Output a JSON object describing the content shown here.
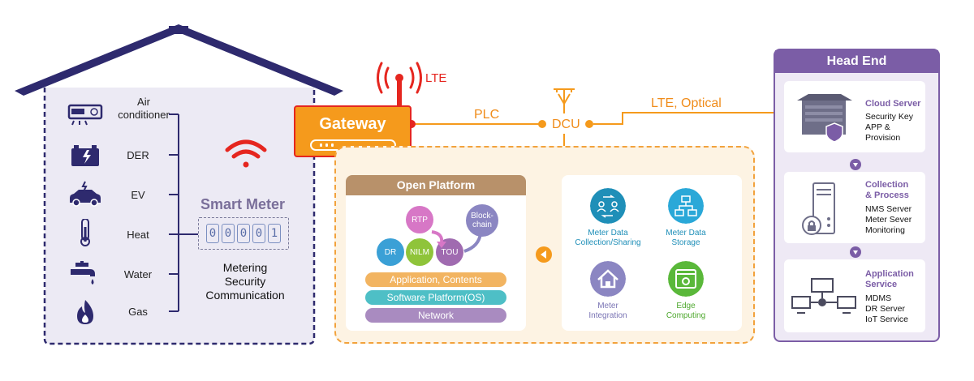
{
  "house": {
    "appliances": [
      {
        "icon": "air-conditioner-icon",
        "label": "Air\nconditioner"
      },
      {
        "icon": "battery-icon",
        "label": "DER"
      },
      {
        "icon": "electric-car-icon",
        "label": "EV"
      },
      {
        "icon": "thermometer-icon",
        "label": "Heat"
      },
      {
        "icon": "faucet-icon",
        "label": "Water"
      },
      {
        "icon": "flame-icon",
        "label": "Gas"
      }
    ],
    "smart_meter": {
      "title": "Smart Meter",
      "digits": [
        "0",
        "0",
        "0",
        "0",
        "1"
      ],
      "caption": "Metering\nSecurity\nCommunication"
    }
  },
  "gateway": {
    "title": "Gateway",
    "lte_label": "LTE"
  },
  "links": {
    "plc": "PLC",
    "dcu": "DCU",
    "lte_optical": "LTE, Optical"
  },
  "open_platform": {
    "title": "Open Platform",
    "bubbles": [
      "RTP",
      "Block-\nchain",
      "DR",
      "NILM",
      "TOU"
    ],
    "layers": [
      "Application, Contents",
      "Software Platform(OS)",
      "Network"
    ]
  },
  "services": [
    {
      "icon": "data-sharing-icon",
      "label": "Meter Data\nCollection/Sharing"
    },
    {
      "icon": "data-storage-icon",
      "label": "Meter Data\nStorage"
    },
    {
      "icon": "home-icon",
      "label": "Meter\nIntegration"
    },
    {
      "icon": "edge-computing-icon",
      "label": "Edge\nComputing"
    }
  ],
  "head_end": {
    "title": "Head End",
    "sections": [
      {
        "icon": "cloud-server-icon",
        "title": "Cloud Server",
        "text": "Security Key\nAPP &\nProvision"
      },
      {
        "icon": "server-lock-icon",
        "title": "Collection\n& Process",
        "text": "NMS Server\nMeter Sever\nMonitoring"
      },
      {
        "icon": "network-computers-icon",
        "title": "Application\nService",
        "text": "MDMS\nDR Server\nIoT Service"
      }
    ]
  },
  "colors": {
    "house": "#2e2a6e",
    "house_fill": "#eceaf4",
    "accent_orange": "#f59a1c",
    "accent_red": "#e5261f",
    "open_platform_head": "#b8916a",
    "head_end": "#7b5da6",
    "service_teal": "#1f8fb8"
  }
}
